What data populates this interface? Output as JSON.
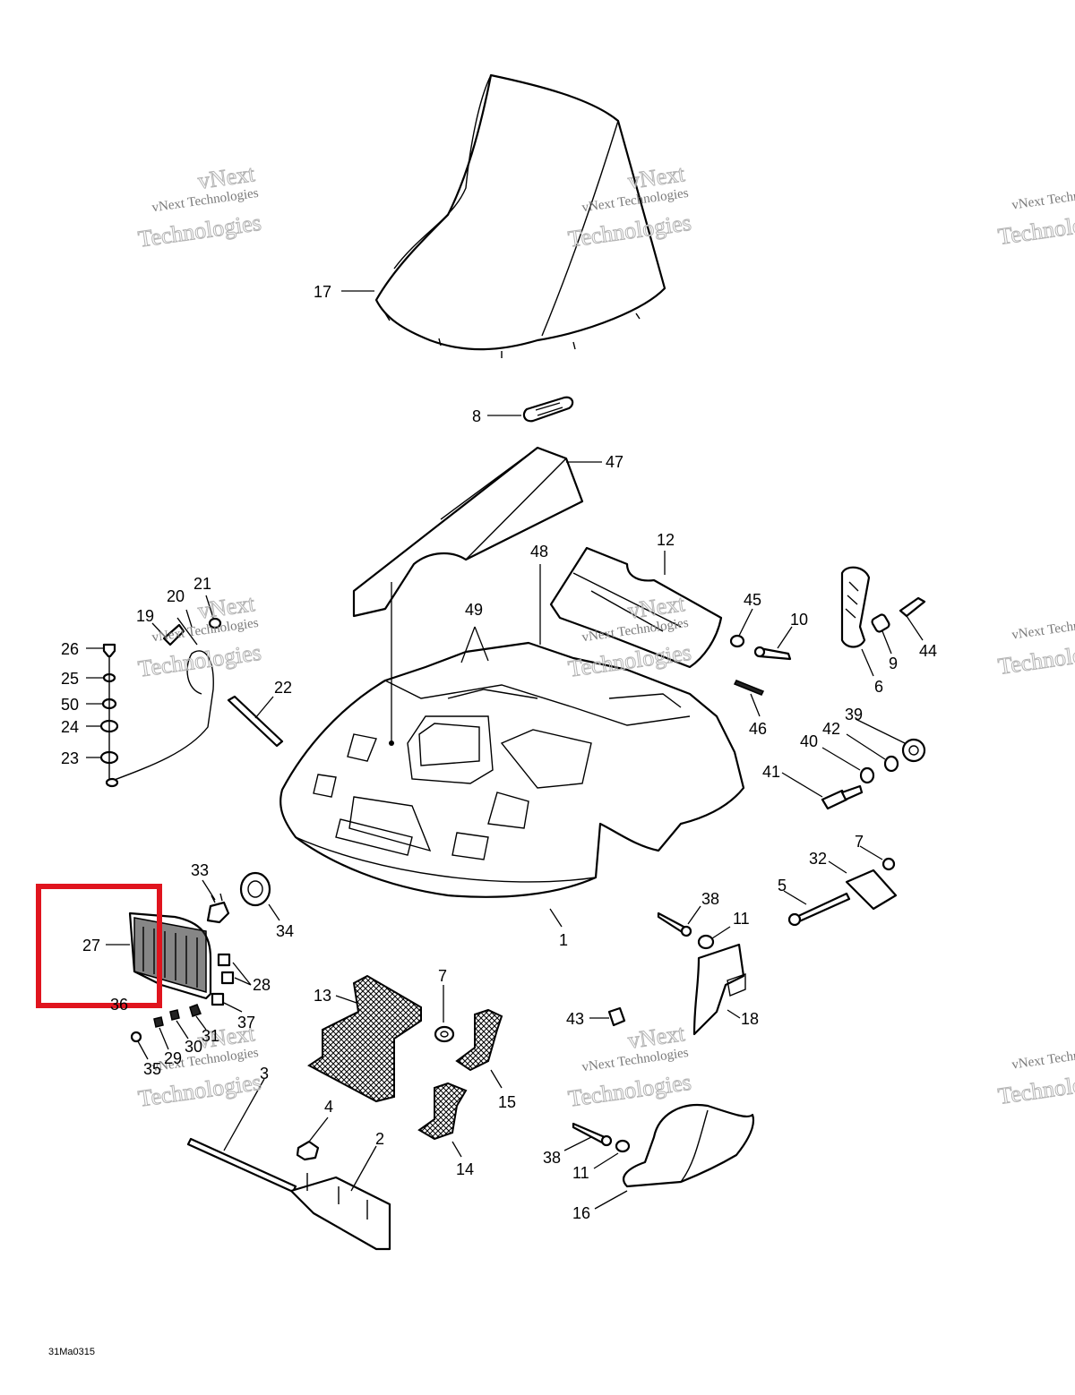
{
  "watermark": {
    "line1": "vNext Technologies",
    "line2": "Technologies",
    "line0": "vNext"
  },
  "reference_code": "31Ma0315",
  "highlight_color": "#e0141e",
  "callouts": {
    "c1": "1",
    "c2": "2",
    "c3": "3",
    "c4": "4",
    "c5": "5",
    "c6": "6",
    "c7a": "7",
    "c7b": "7",
    "c8": "8",
    "c9": "9",
    "c10": "10",
    "c11a": "11",
    "c11b": "11",
    "c12": "12",
    "c13": "13",
    "c14": "14",
    "c15": "15",
    "c16": "16",
    "c17": "17",
    "c18": "18",
    "c19": "19",
    "c20": "20",
    "c21": "21",
    "c22": "22",
    "c23": "23",
    "c24": "24",
    "c25": "25",
    "c26": "26",
    "c27": "27",
    "c28": "28",
    "c29": "29",
    "c30": "30",
    "c31": "31",
    "c32": "32",
    "c33": "33",
    "c34": "34",
    "c35": "35",
    "c36": "36",
    "c37": "37",
    "c38a": "38",
    "c38b": "38",
    "c39": "39",
    "c40": "40",
    "c41": "41",
    "c42": "42",
    "c43": "43",
    "c44": "44",
    "c45": "45",
    "c46": "46",
    "c47": "47",
    "c48": "48",
    "c49": "49",
    "c50": "50"
  }
}
